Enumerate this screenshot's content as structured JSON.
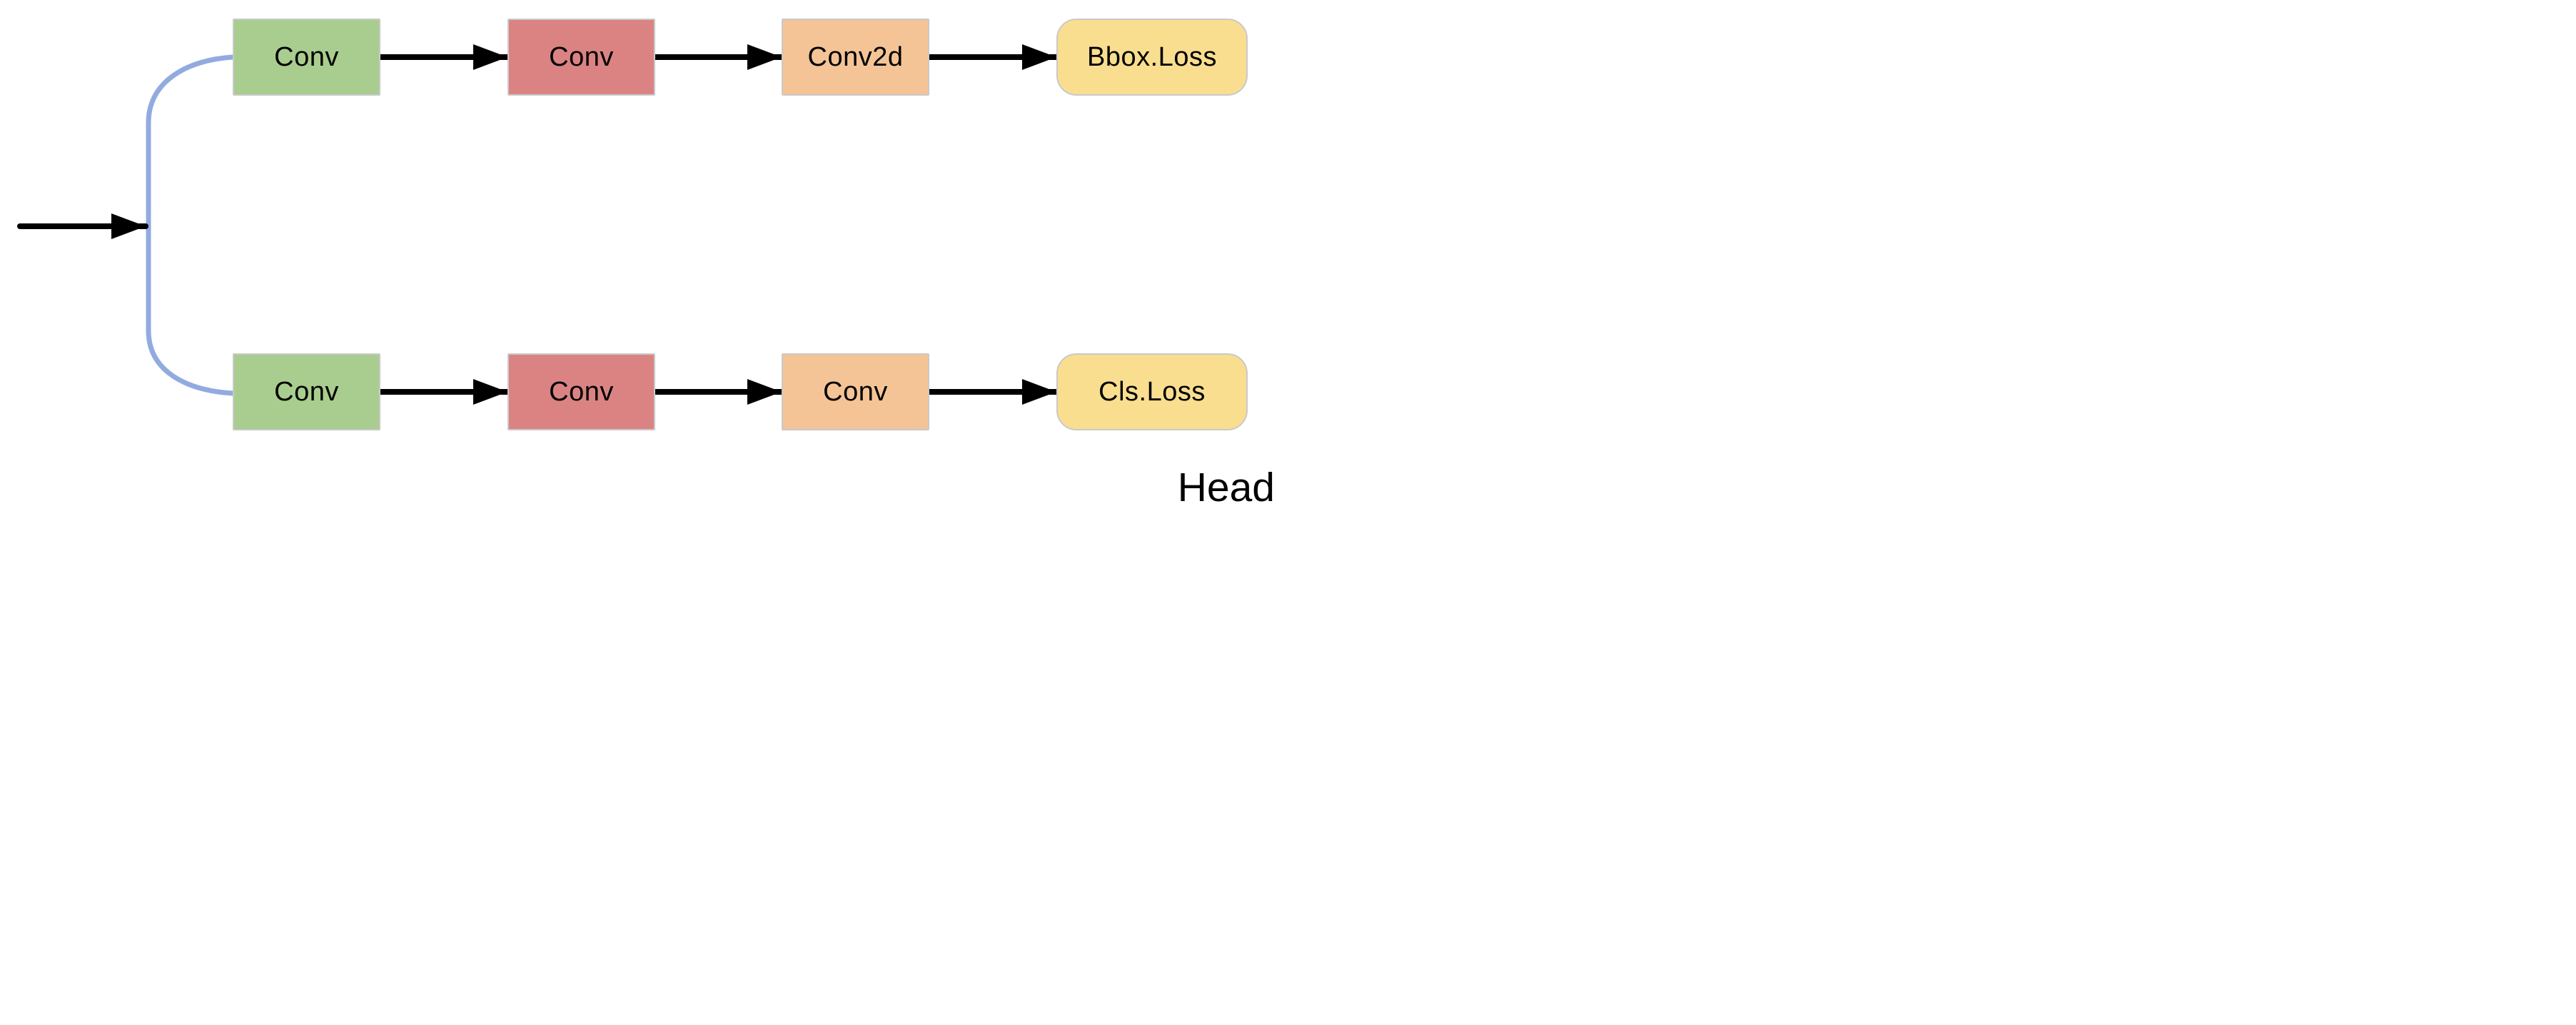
{
  "head_label": "Head",
  "branches": {
    "top": [
      {
        "label": "Conv"
      },
      {
        "label": "Conv"
      },
      {
        "label": "Conv2d"
      },
      {
        "label": "Bbox.Loss"
      }
    ],
    "bottom": [
      {
        "label": "Conv"
      },
      {
        "label": "Conv"
      },
      {
        "label": "Conv"
      },
      {
        "label": "Cls.Loss"
      }
    ]
  },
  "node_colors": {
    "conv_green": "#A9CD8E",
    "conv_red": "#DB8383",
    "conv_orange": "#F4C496",
    "loss_yellow": "#F9DE90",
    "border_gray": "#C9C9C9"
  },
  "connector_colors": {
    "split_curve_blue": "#92ABDF",
    "arrow_black": "#000000"
  }
}
